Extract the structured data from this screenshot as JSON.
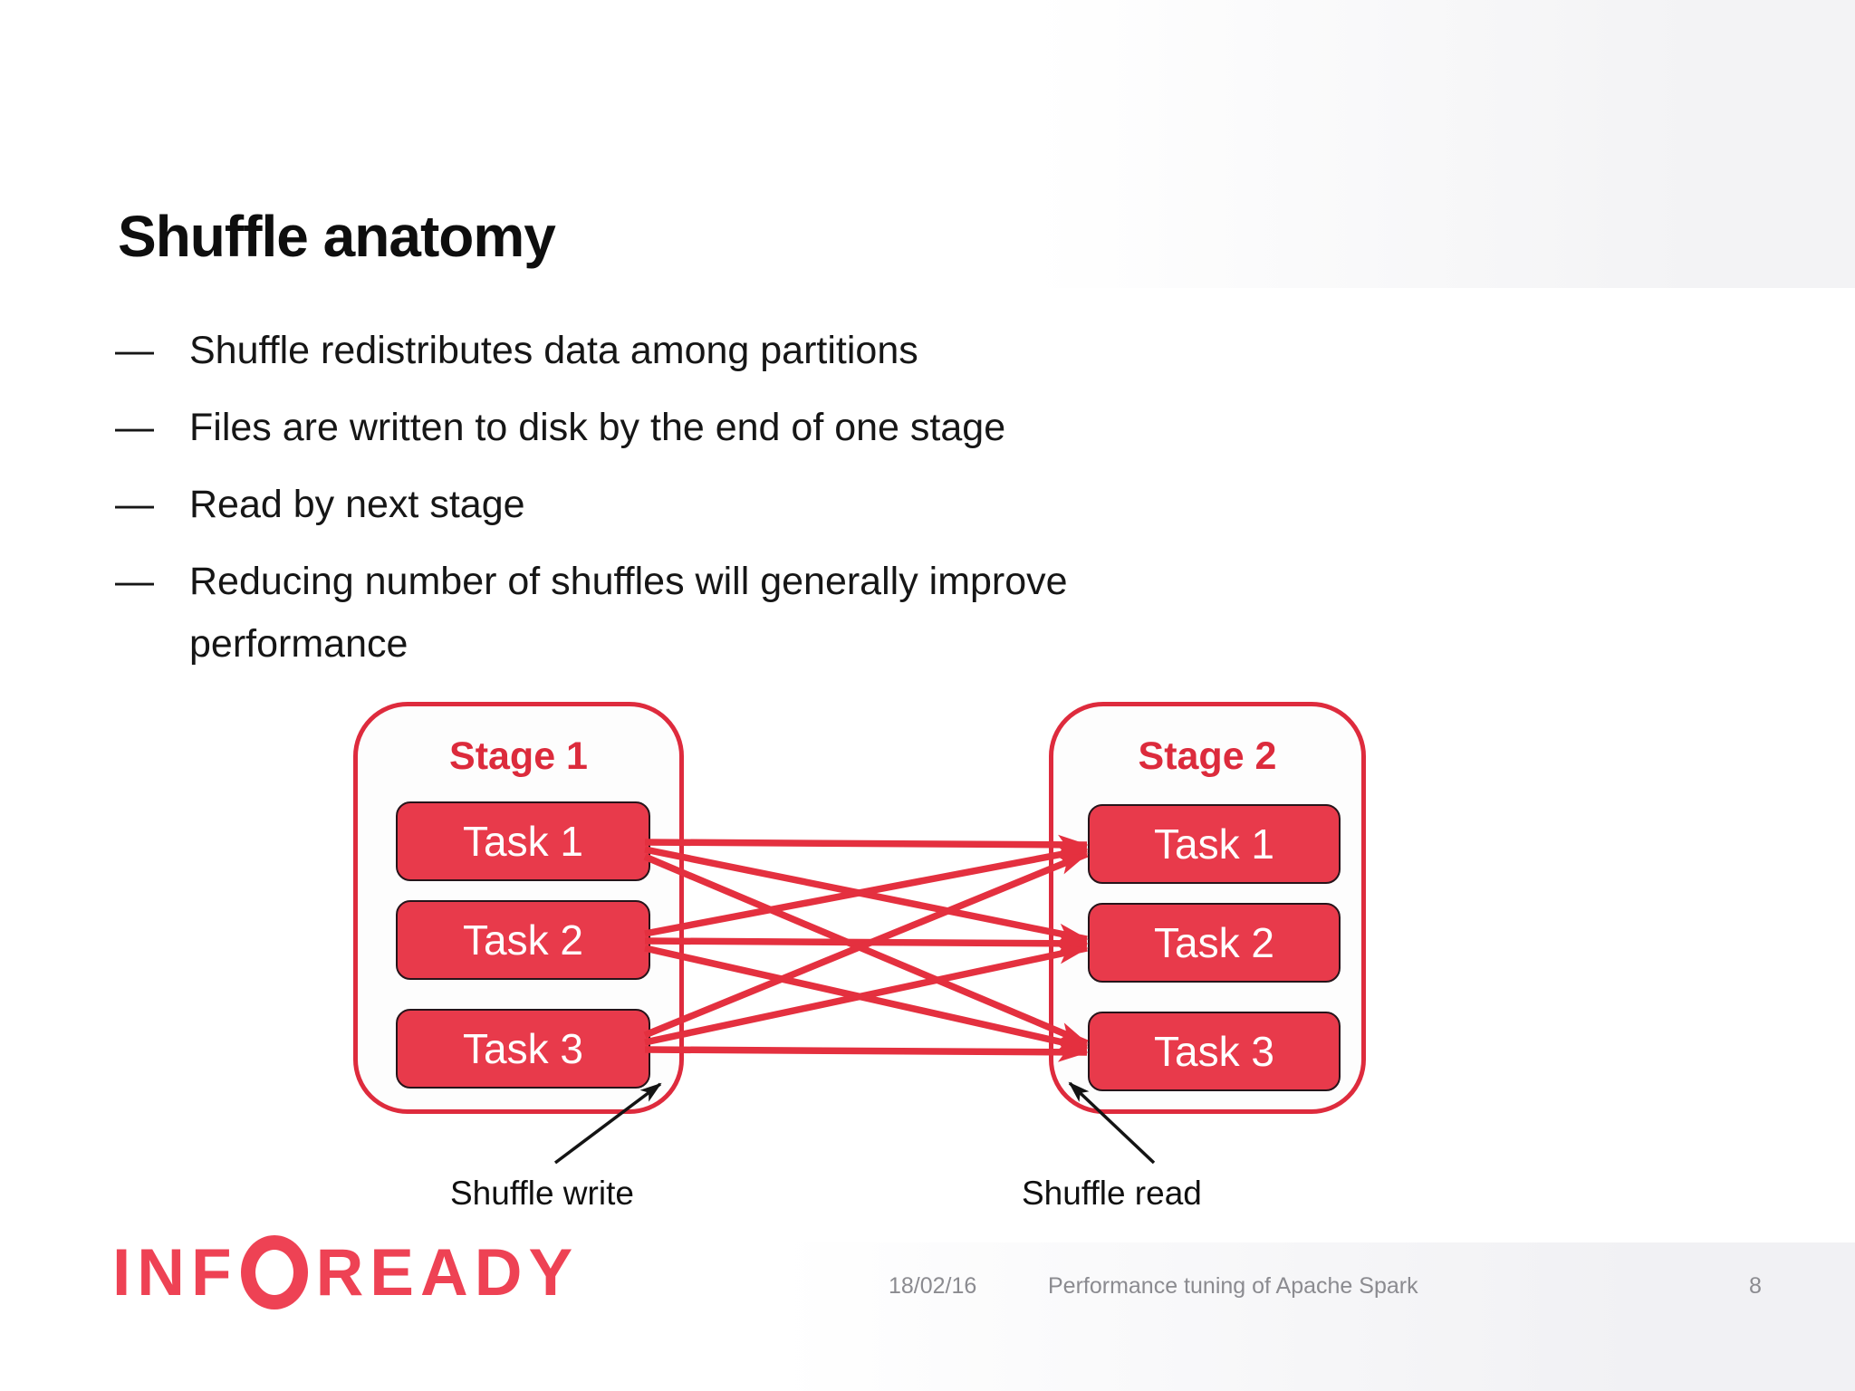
{
  "slide": {
    "title": "Shuffle anatomy",
    "bullet_marker": "—",
    "bullets": [
      "Shuffle redistributes data among partitions",
      "Files are written to disk by the end of one stage",
      "Read by next stage",
      "Reducing number of shuffles will generally improve performance"
    ],
    "diagram": {
      "stages": [
        {
          "label": "Stage 1",
          "tasks": [
            "Task 1",
            "Task 2",
            "Task 3"
          ]
        },
        {
          "label": "Stage 2",
          "tasks": [
            "Task 1",
            "Task 2",
            "Task 3"
          ]
        }
      ],
      "annotations": {
        "write": "Shuffle write",
        "read": "Shuffle read"
      }
    },
    "footer": {
      "logo_pre": "INF",
      "logo_post": "READY",
      "date": "18/02/16",
      "deck_title": "Performance tuning of Apache Spark",
      "page_number": "8"
    },
    "colors": {
      "accent_red": "#de2b3d",
      "task_fill": "#e83a4b",
      "connector_red": "#e4303f",
      "logo_red": "#ee4254",
      "footer_text_gray": "#8b8b90",
      "corner_gradient_gray": "#f3f3f5"
    }
  }
}
